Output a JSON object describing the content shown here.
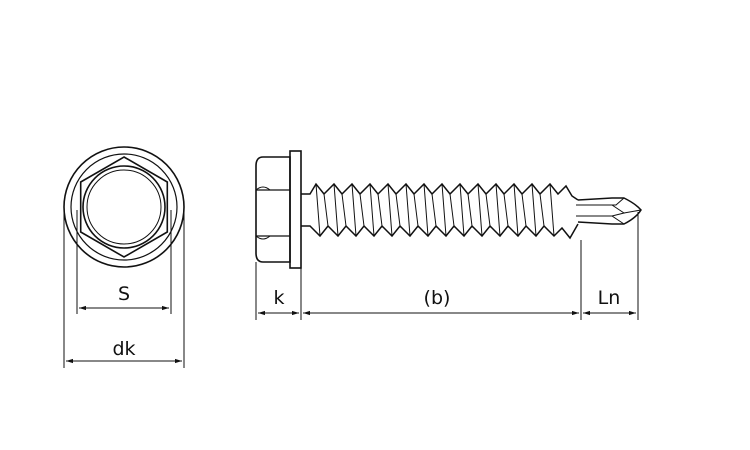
{
  "labels": {
    "s": "S",
    "dk": "dk",
    "k": "k",
    "b": "(b)",
    "ln": "Ln"
  }
}
